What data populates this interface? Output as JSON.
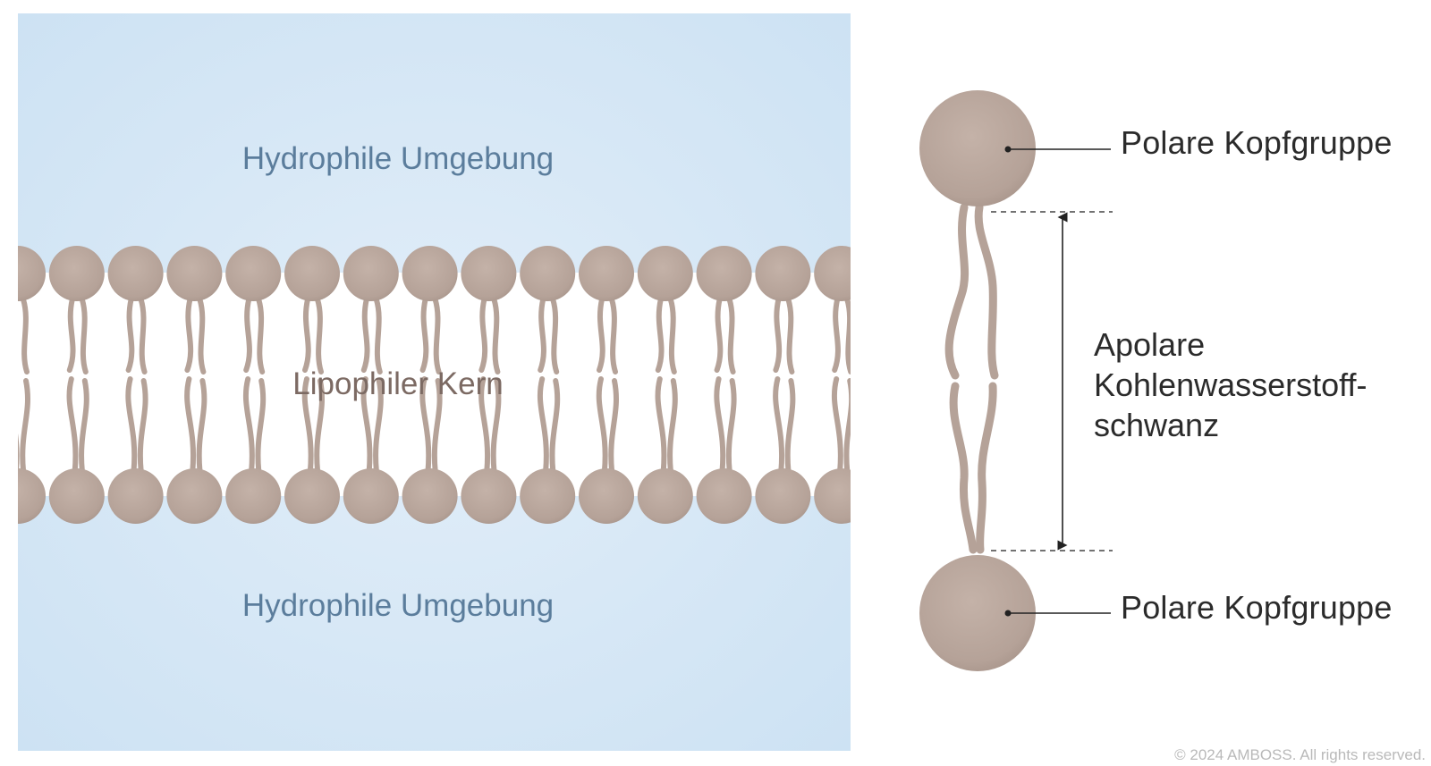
{
  "membrane_panel": {
    "top_environment_label": "Hydrophile Umgebung",
    "core_label": "Lipophiler Kern",
    "bottom_environment_label": "Hydrophile Umgebung"
  },
  "lipid_detail": {
    "top_head_label": "Polare Kopfgruppe",
    "tail_label_lines": [
      "Apolare",
      "Kohlenwasserstoff-",
      "schwanz"
    ],
    "bottom_head_label": "Polare Kopfgruppe"
  },
  "copyright": "© 2024 AMBOSS. All rights reserved.",
  "colors": {
    "water": "#d3e6f5",
    "lipid": "#bba89e",
    "lipid_dark": "#a8958b",
    "env_text": "#5b7d9c",
    "core_text": "#7c6a63"
  }
}
